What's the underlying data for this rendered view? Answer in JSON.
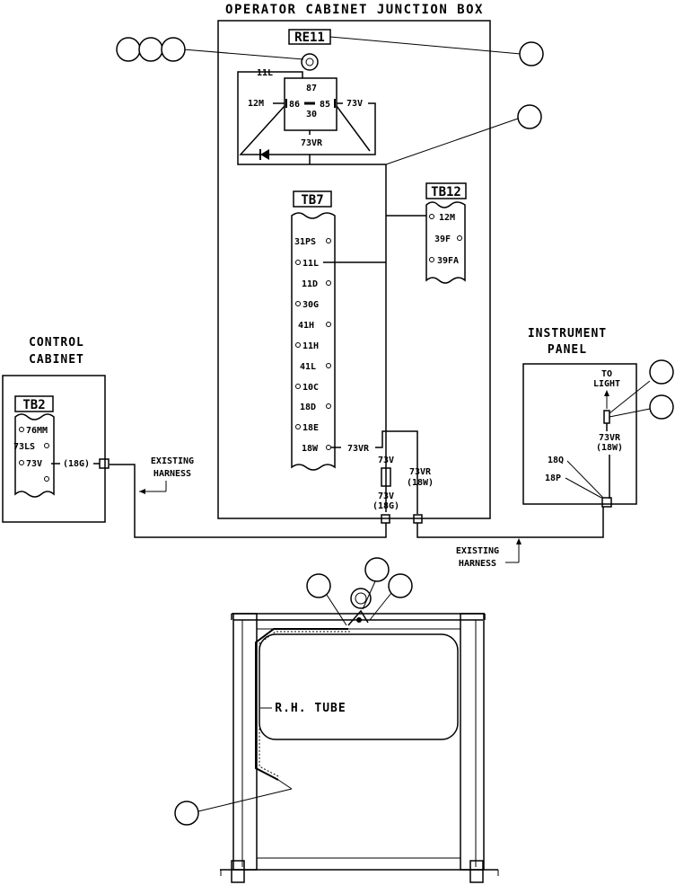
{
  "titles": {
    "junction_box": "OPERATOR CABINET JUNCTION BOX",
    "control_cabinet_1": "CONTROL",
    "control_cabinet_2": "CABINET",
    "instrument_panel_1": "INSTRUMENT",
    "instrument_panel_2": "PANEL"
  },
  "relay": {
    "id": "RE11",
    "pin_87": "87",
    "pin_86": "86",
    "pin_85": "85",
    "pin_30": "30",
    "wire_11l": "11L",
    "wire_12m": "12M",
    "wire_73v": "73V",
    "wire_73vr": "73VR"
  },
  "tb7": {
    "id": "TB7",
    "terminals": [
      "31PS",
      "11L",
      "11D",
      "30G",
      "41H",
      "11H",
      "41L",
      "10C",
      "18D",
      "18E",
      "18W"
    ]
  },
  "tb12": {
    "id": "TB12",
    "terminals": [
      "12M",
      "39F",
      "39FA"
    ]
  },
  "tb2": {
    "id": "TB2",
    "terminals": [
      "76MM",
      "73LS",
      "73V"
    ],
    "wire_18g": "(18G)"
  },
  "wires": {
    "w73vr": "73VR",
    "w73v": "73V",
    "w73v_b": "73V",
    "w18g": "(18G)",
    "w73vr_b": "73VR",
    "w18w": "(18W)"
  },
  "harness": {
    "left_1": "EXISTING",
    "left_2": "HARNESS",
    "right_1": "EXISTING",
    "right_2": "HARNESS"
  },
  "instrument": {
    "to": "TO",
    "light": "LIGHT",
    "w73vr": "73VR",
    "w18w": "(18W)",
    "w18q": "18Q",
    "w18p": "18P"
  },
  "tube": {
    "label": "R.H. TUBE"
  }
}
